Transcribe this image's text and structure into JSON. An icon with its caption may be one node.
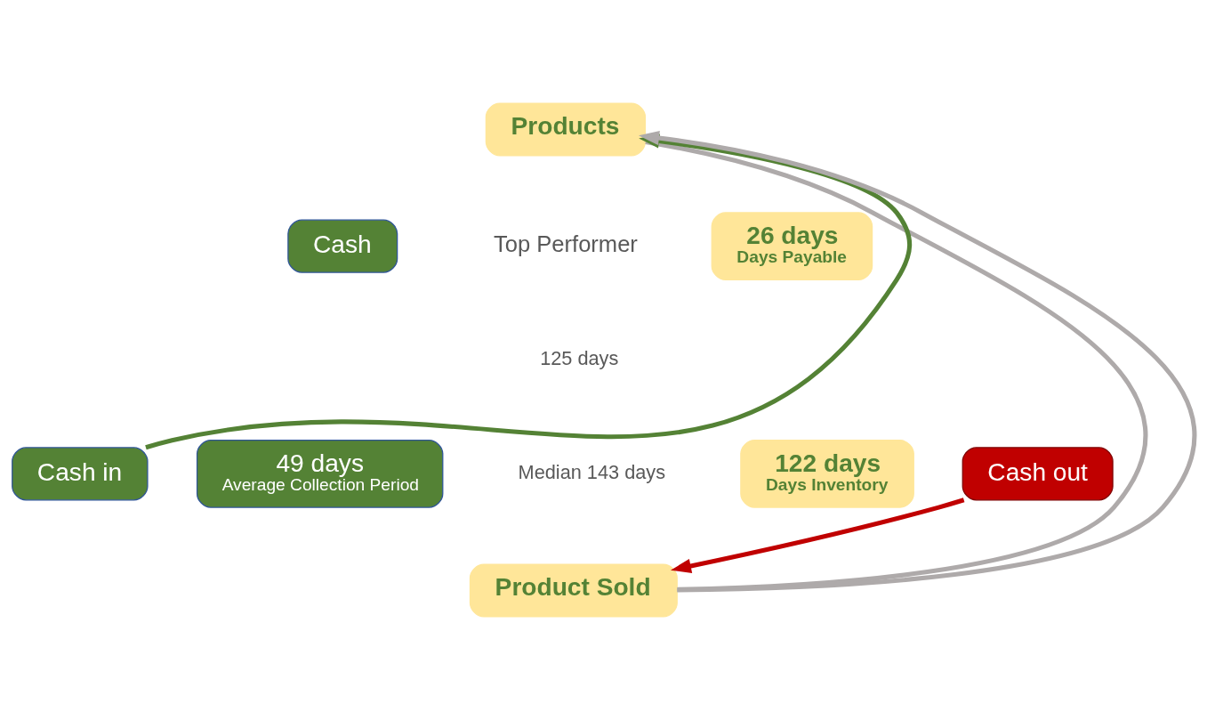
{
  "diagram": {
    "nodes": [
      {
        "text": [
          "Products"
        ]
      },
      {
        "text": [
          "Cash"
        ]
      },
      {
        "text": [
          "26 days",
          "Days Payable"
        ]
      },
      {
        "text": [
          "Cash in"
        ]
      },
      {
        "text": [
          "Cash out"
        ]
      },
      {
        "text": [
          "122 days",
          "Days Inventory"
        ]
      },
      {
        "text": [
          "49 days",
          "Average Collection Period"
        ]
      },
      {
        "text": [
          "Product Sold"
        ]
      }
    ],
    "edges": [
      {
        "from": 7,
        "to": 0,
        "arrow": "to",
        "color": "#aeaaaa"
      },
      {
        "from": 0,
        "to": 7,
        "arrow": "none",
        "color": "#aeaaaa"
      },
      {
        "from": 3,
        "to": 0,
        "arrow": "to",
        "color": "#548235"
      },
      {
        "from": 4,
        "to": 7,
        "arrow": "to",
        "color": "#c00000"
      }
    ],
    "labels": [
      "Top Performer",
      "125 days",
      "Median 143 days"
    ]
  }
}
